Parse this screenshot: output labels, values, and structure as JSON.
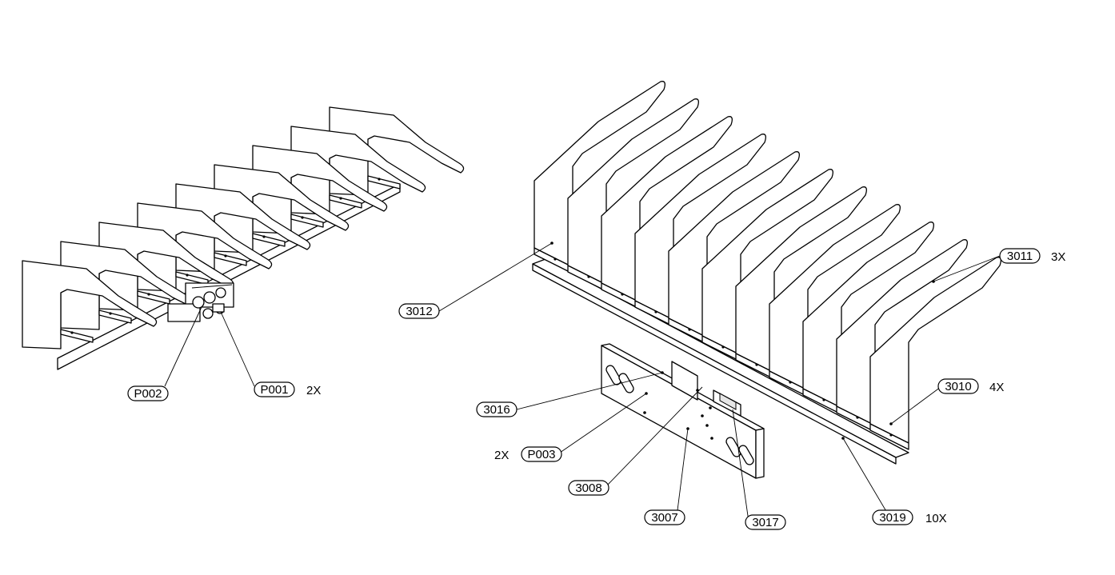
{
  "callouts": [
    {
      "id": "3012",
      "label": "3012",
      "qty": ""
    },
    {
      "id": "3011",
      "label": "3011",
      "qty": "3X"
    },
    {
      "id": "3010",
      "label": "3010",
      "qty": "4X"
    },
    {
      "id": "3016",
      "label": "3016",
      "qty": ""
    },
    {
      "id": "P003",
      "label": "P003",
      "qty": "2X"
    },
    {
      "id": "3008",
      "label": "3008",
      "qty": ""
    },
    {
      "id": "3007",
      "label": "3007",
      "qty": ""
    },
    {
      "id": "3017",
      "label": "3017",
      "qty": ""
    },
    {
      "id": "3019",
      "label": "3019",
      "qty": "10X"
    },
    {
      "id": "P002",
      "label": "P002",
      "qty": ""
    },
    {
      "id": "P001",
      "label": "P001",
      "qty": "2X"
    }
  ]
}
